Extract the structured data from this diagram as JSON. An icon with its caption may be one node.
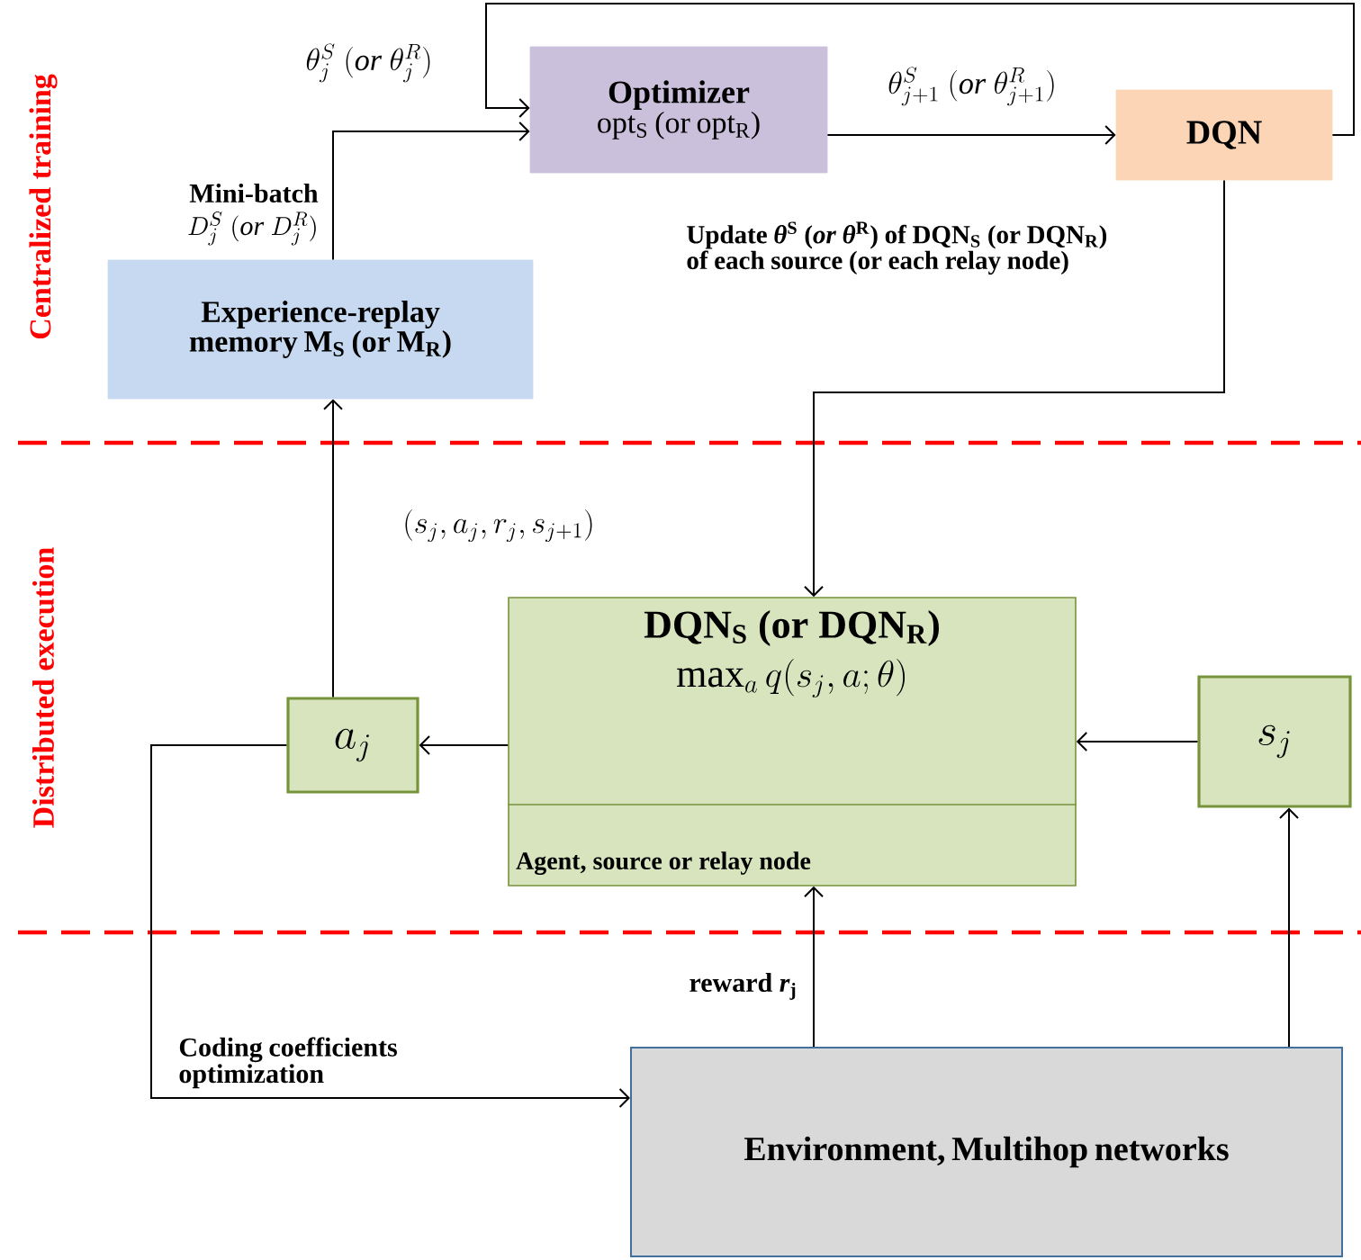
{
  "diagram": {
    "nodes": [
      {
        "text": [
          "Optimizer",
          "opt$_{S}$ (or opt$_{R}$)"
        ]
      },
      {
        "text": [
          "DQN"
        ]
      },
      {
        "text": [
          "Experience-replay memory M$_{S}$ (or M$_{R}$)"
        ]
      },
      {
        "text": [
          "DQN$_{S}$ (or DQN$_{R}$)",
          "\\max_{a} q(s_j, a; \\theta)",
          "Agent, source or relay node"
        ]
      },
      {
        "text": [
          "a_j"
        ]
      },
      {
        "text": [
          "s_j"
        ]
      },
      {
        "text": [
          "Environment, Multihop networks"
        ]
      }
    ],
    "edges": [
      {
        "from": 2,
        "to": 0,
        "arrow": "to",
        "label": "\\begin{array}{r}\\textbf{Mini-batch}\\\\ D_j^S\\ (\\mathit{or}\\ D_j^R)\\end{array}"
      },
      {
        "from": 1,
        "to": 0,
        "arrow": "to",
        "label": "\\theta_j^S\\ (\\mathit{or}\\ \\theta_j^R)"
      },
      {
        "from": 0,
        "to": 1,
        "arrow": "to",
        "label": "\\theta_{j+1}^S\\ (\\mathit{or}\\ \\theta_{j+1}^R)"
      },
      {
        "from": 1,
        "to": 3,
        "arrow": "to",
        "label": "Update *θ*$^{S}$ (*or* *θ*$^{R}$) of DQN$_{S}$ (or DQN$_{R}$) of each source (or each relay node)"
      },
      {
        "from": 4,
        "to": 2,
        "arrow": "to",
        "label": "(s_j, a_j, r_j, s_{j+1})"
      },
      {
        "from": 3,
        "to": 4,
        "arrow": "to"
      },
      {
        "from": 5,
        "to": 3,
        "arrow": "to"
      },
      {
        "from": 6,
        "to": 5,
        "arrow": "to"
      },
      {
        "from": 6,
        "to": 3,
        "arrow": "to",
        "label": "reward *r*$_{j}$"
      },
      {
        "from": 4,
        "to": 6,
        "arrow": "to",
        "label": "Coding coefficients optimization"
      }
    ],
    "labels": [
      "Centralized training",
      "Distributed execution"
    ]
  }
}
